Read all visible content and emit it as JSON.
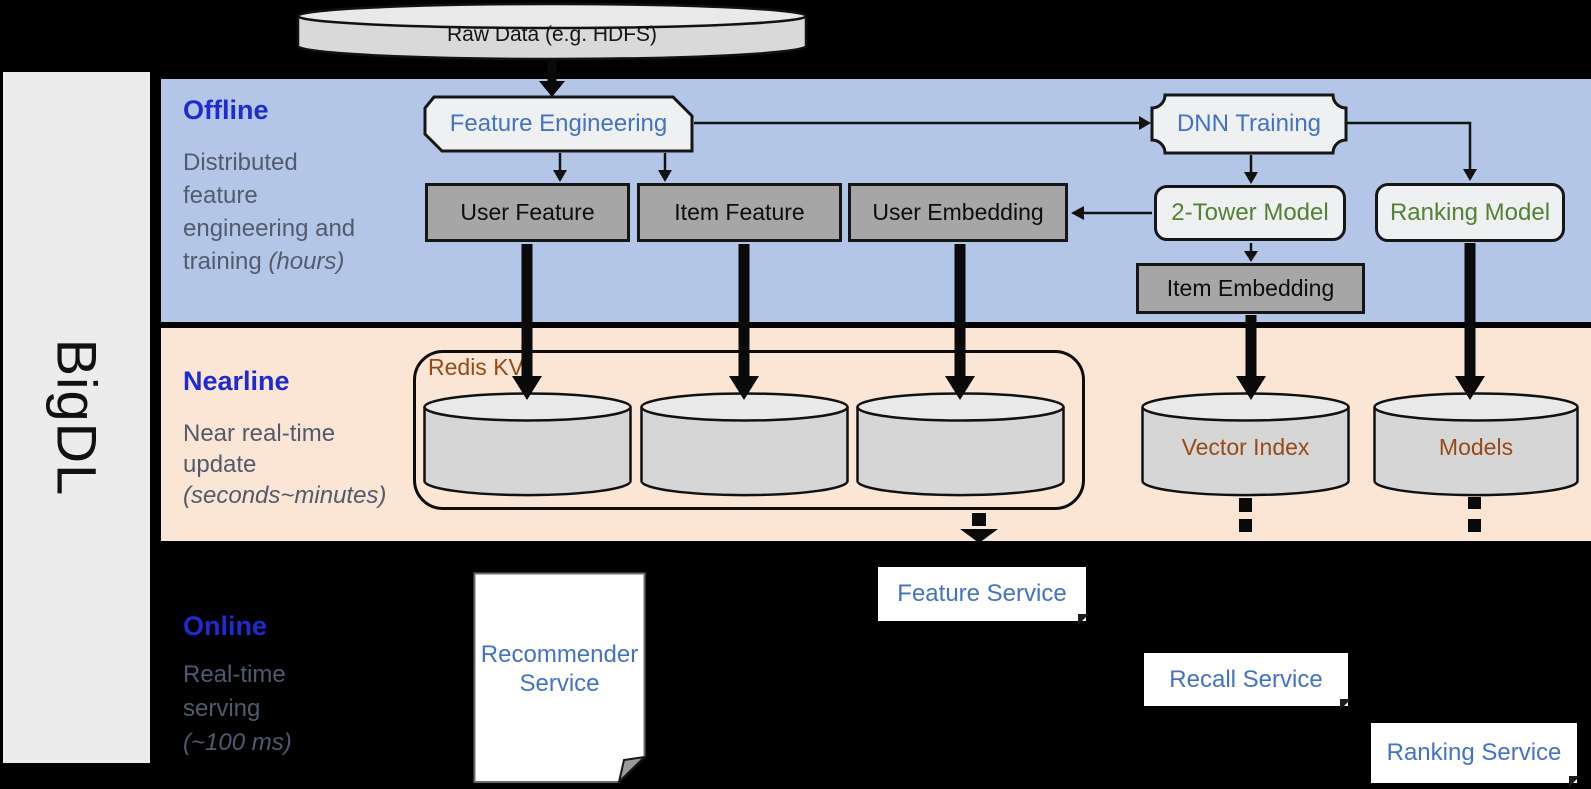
{
  "brand": "BigDL",
  "source_db": {
    "label": "Raw Data (e.g. HDFS)"
  },
  "lanes": {
    "offline": {
      "title": "Offline",
      "lines": [
        "Distributed",
        "feature",
        "engineering and",
        "training "
      ],
      "italic": "(hours)"
    },
    "nearline": {
      "title": "Nearline",
      "lines": [
        "Near real-time",
        "update"
      ],
      "italic": "(seconds~minutes)"
    },
    "online": {
      "title": "Online",
      "lines": [
        "Real-time",
        "serving"
      ],
      "italic": "(~100 ms)"
    }
  },
  "nodes": {
    "feature_engineering": "Feature Engineering",
    "user_feature": "User Feature",
    "item_feature": "Item Feature",
    "user_embedding": "User Embedding",
    "dnn_training": "DNN Training",
    "two_tower_model": "2-Tower Model",
    "ranking_model": "Ranking Model",
    "item_embedding": "Item Embedding",
    "redis_kv": "Redis KV",
    "vector_index": "Vector Index",
    "models": "Models",
    "recommender_service_lines": [
      "Recommender",
      "Service"
    ],
    "feature_service": "Feature Service",
    "recall_service": "Recall Service",
    "ranking_service": "Ranking Service"
  },
  "edges": [
    {
      "from": "raw_data",
      "to": "feature_engineering",
      "style": "thick"
    },
    {
      "from": "feature_engineering",
      "to": "user_feature",
      "style": "thin"
    },
    {
      "from": "feature_engineering",
      "to": "item_feature",
      "style": "thin"
    },
    {
      "from": "feature_engineering",
      "to": "dnn_training",
      "style": "thin"
    },
    {
      "from": "dnn_training",
      "to": "two_tower_model",
      "style": "thin"
    },
    {
      "from": "dnn_training",
      "to": "ranking_model",
      "style": "thin"
    },
    {
      "from": "two_tower_model",
      "to": "user_embedding",
      "style": "thin"
    },
    {
      "from": "two_tower_model",
      "to": "item_embedding",
      "style": "thin"
    },
    {
      "from": "user_feature",
      "to": "redis_kv_store_1",
      "style": "thick"
    },
    {
      "from": "item_feature",
      "to": "redis_kv_store_2",
      "style": "thick"
    },
    {
      "from": "user_embedding",
      "to": "redis_kv_store_3",
      "style": "thick"
    },
    {
      "from": "item_embedding",
      "to": "vector_index",
      "style": "thick"
    },
    {
      "from": "ranking_model",
      "to": "models",
      "style": "thick"
    },
    {
      "from": "redis_kv",
      "to": "feature_service",
      "style": "thick-dashed"
    },
    {
      "from": "vector_index",
      "to": "recall_service",
      "style": "thick-dashed"
    },
    {
      "from": "models",
      "to": "ranking_service",
      "style": "thick-dashed"
    }
  ],
  "colors": {
    "background": "#000000",
    "band_offline": "#b4c6e7",
    "band_nearline": "#fbe5d5",
    "sidebar": "#ececec",
    "lane_title_blue": "#1d2bd1",
    "lane_desc_gray": "#525b6c",
    "node_text_blue": "#4472c4",
    "model_text_green": "#538135",
    "store_text_brown": "#974a16",
    "gray_box_fill": "#a6a6a6",
    "light_box_fill": "#eef0f1",
    "cylinder_fill": "#d6d6d6"
  }
}
